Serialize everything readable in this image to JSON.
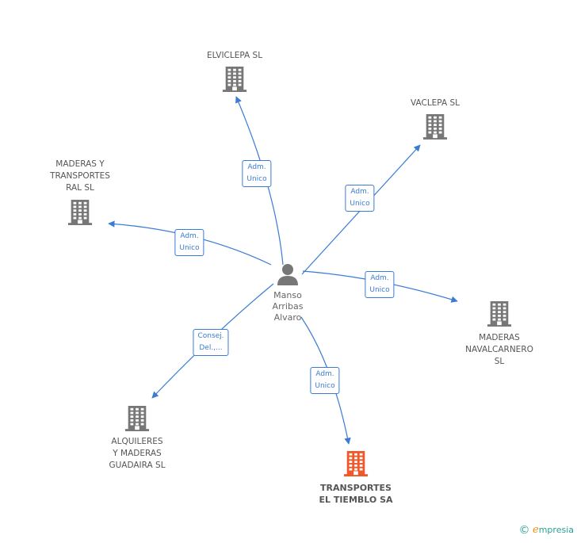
{
  "person": {
    "label": "Manso\nArribas\nAlvaro",
    "icon": "person-icon"
  },
  "companies": [
    {
      "id": "elviclepa",
      "label": "ELVICLEPA  SL",
      "icon": "building-icon",
      "color": "#777777",
      "focus": false
    },
    {
      "id": "vaclepa",
      "label": "VACLEPA SL",
      "icon": "building-icon",
      "color": "#777777",
      "focus": false
    },
    {
      "id": "maderas-transportes",
      "label": "MADERAS Y\nTRANSPORTES\nRAL SL",
      "icon": "building-icon",
      "color": "#777777",
      "focus": false
    },
    {
      "id": "maderas-navalcarnero",
      "label": "MADERAS\nNAVALCARNERO SL",
      "icon": "building-icon",
      "color": "#777777",
      "focus": false
    },
    {
      "id": "alquileres-maderas",
      "label": "ALQUILERES\nY MADERAS\nGUADAIRA SL",
      "icon": "building-icon",
      "color": "#777777",
      "focus": false
    },
    {
      "id": "transportes-tiemblo",
      "label": "TRANSPORTES\nEL TIEMBLO SA",
      "icon": "building-icon",
      "color": "#f0572a",
      "focus": true
    }
  ],
  "relations": [
    {
      "to": "elviclepa",
      "label": "Adm.\nUnico"
    },
    {
      "to": "vaclepa",
      "label": "Adm.\nUnico"
    },
    {
      "to": "maderas-transportes",
      "label": "Adm.\nUnico"
    },
    {
      "to": "maderas-navalcarnero",
      "label": "Adm.\nUnico"
    },
    {
      "to": "alquileres-maderas",
      "label": "Consej.\nDel.,..."
    },
    {
      "to": "transportes-tiemblo",
      "label": "Adm.\nUnico"
    }
  ],
  "colors": {
    "edge": "#3a7bd5",
    "building": "#777777",
    "focus": "#f0572a",
    "person": "#777777"
  },
  "footer": {
    "copyright_symbol": "©",
    "brand_initial": "e",
    "brand_rest": "mpresia"
  }
}
